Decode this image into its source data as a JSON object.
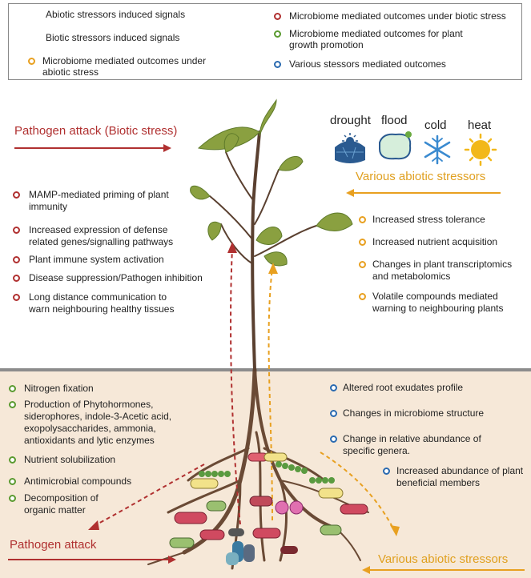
{
  "legend": {
    "abiotic_signals": "Abiotic stressors induced signals",
    "biotic_signals": "Biotic stressors induced signals",
    "abiotic_outcomes": "Microbiome mediated outcomes under abiotic stress",
    "biotic_outcomes": "Microbiome mediated outcomes under biotic stress",
    "growth_outcomes": "Microbiome mediated  outcomes for plant growth promotion",
    "various_outcomes": "Various stessors mediated  outcomes"
  },
  "above": {
    "pathogen_title": "Pathogen attack (Biotic stress)",
    "abiotic_title": "Various abiotic stressors",
    "stressors": [
      "drought",
      "flood",
      "cold",
      "heat"
    ],
    "biotic_items": [
      "MAMP-mediated priming of plant immunity",
      "Increased expression of defense related genes/signalling pathways",
      "Plant immune system activation",
      "Disease suppression/Pathogen inhibition",
      "Long distance communication to warn neighbouring healthy tissues"
    ],
    "abiotic_items": [
      "Increased stress tolerance",
      "Increased nutrient acquisition",
      "Changes in plant transcriptomics and metabolomics",
      "Volatile compounds mediated warning to neighbouring plants"
    ]
  },
  "below": {
    "growth_items": [
      "Nitrogen fixation",
      "Production of Phytohormones, siderophores, indole-3-Acetic acid, exopolysaccharides, ammonia, antioxidants and lytic enzymes",
      "Nutrient solubilization",
      "Antimicrobial compounds",
      "Decomposition of organic matter"
    ],
    "various_items": [
      "Altered root exudates profile",
      "Changes in microbiome structure",
      "Change in relative abundance of specific genera.",
      "Increased abundance of plant beneficial members"
    ],
    "pathogen_title": "Pathogen attack",
    "abiotic_title": "Various abiotic stressors"
  },
  "colors": {
    "biotic": "#b03030",
    "abiotic": "#e8a020",
    "growth": "#5a9a30",
    "various": "#2a6ab0",
    "leaf": "#7a9a3a",
    "stem": "#5a4030",
    "soil": "#f6e8d8"
  }
}
